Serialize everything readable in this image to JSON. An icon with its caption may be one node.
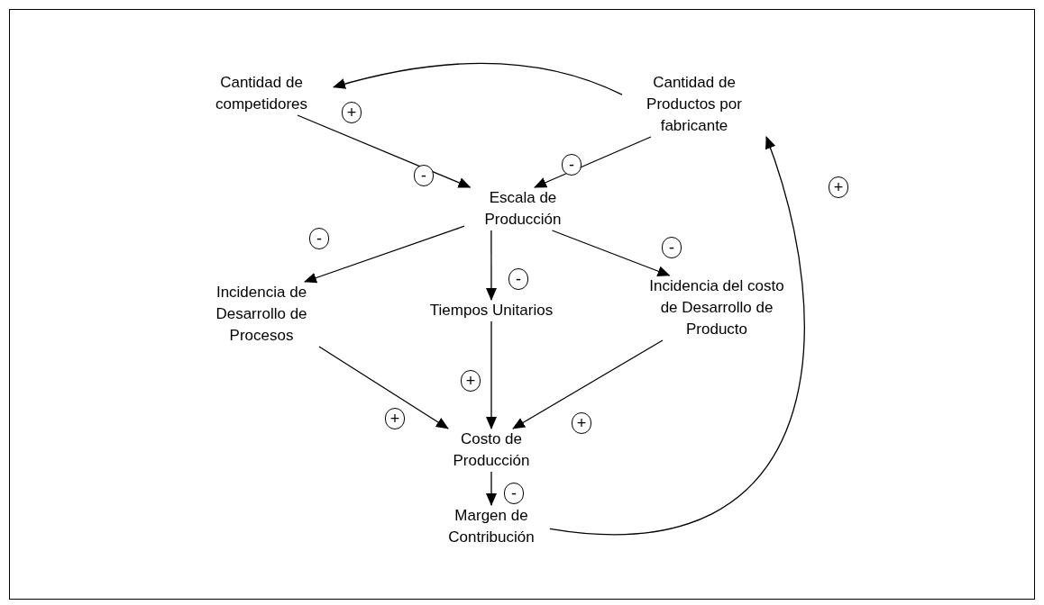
{
  "diagram": {
    "nodes": [
      {
        "text": [
          "Cantidad de competidores"
        ]
      },
      {
        "text": [
          "Cantidad de Productos por fabricante"
        ]
      },
      {
        "text": [
          "Escala de Producción"
        ]
      },
      {
        "text": [
          "Incidencia de Desarrollo de Procesos"
        ]
      },
      {
        "text": [
          "Tiempos Unitarios"
        ]
      },
      {
        "text": [
          "Incidencia del costo de Desarrollo de Producto"
        ]
      },
      {
        "text": [
          "Costo de Producción"
        ]
      },
      {
        "text": [
          "Margen de Contribución"
        ]
      }
    ],
    "edges": [
      {
        "from": 1,
        "to": 0,
        "arrow": "to",
        "label": "+"
      },
      {
        "from": 0,
        "to": 2,
        "arrow": "to",
        "label": "-"
      },
      {
        "from": 1,
        "to": 2,
        "arrow": "to",
        "label": "-"
      },
      {
        "from": 2,
        "to": 3,
        "arrow": "to",
        "label": "-"
      },
      {
        "from": 2,
        "to": 4,
        "arrow": "to",
        "label": "-"
      },
      {
        "from": 2,
        "to": 5,
        "arrow": "to",
        "label": "-"
      },
      {
        "from": 3,
        "to": 6,
        "arrow": "to",
        "label": "+"
      },
      {
        "from": 4,
        "to": 6,
        "arrow": "to",
        "label": "+"
      },
      {
        "from": 5,
        "to": 6,
        "arrow": "to",
        "label": "+"
      },
      {
        "from": 6,
        "to": 7,
        "arrow": "to",
        "label": "-"
      },
      {
        "from": 7,
        "to": 1,
        "arrow": "to",
        "label": "+"
      }
    ]
  }
}
